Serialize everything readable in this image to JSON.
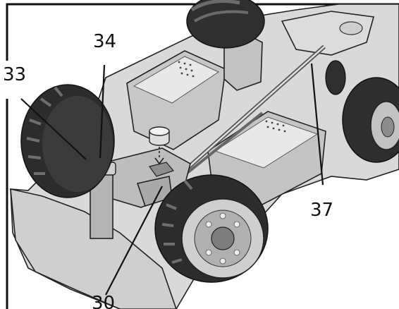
{
  "callouts": {
    "c30": "30",
    "c33": "33",
    "c34": "34",
    "c37": "37"
  },
  "colors": {
    "body_light": "#e4e4e4",
    "body_mid": "#c9c9c9",
    "body_dark": "#9a9a9a",
    "tire_dark": "#2b2b2b",
    "tire_mid": "#4a4a4a",
    "rim": "#bdbdbd",
    "ink": "#111111"
  }
}
